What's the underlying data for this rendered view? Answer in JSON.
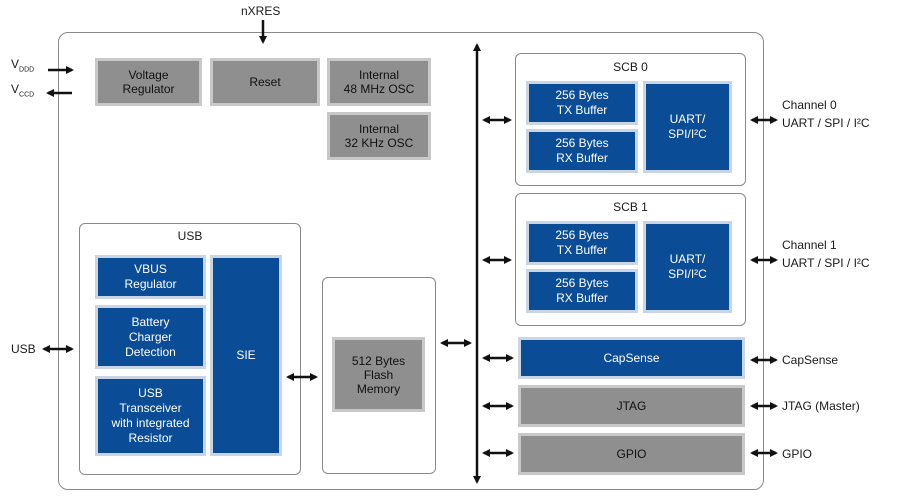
{
  "top_signal": "nXRES",
  "power": {
    "vddd": {
      "main": "V",
      "sub": "DDD"
    },
    "vccd": {
      "main": "V",
      "sub": "CCD"
    }
  },
  "blocks": {
    "voltage_regulator": "Voltage\nRegulator",
    "reset": "Reset",
    "osc48": "Internal\n48 MHz OSC",
    "osc32": "Internal\n32 KHz OSC",
    "flash": "512 Bytes\nFlash\nMemory"
  },
  "usb": {
    "title": "USB",
    "vbus": "VBUS\nRegulator",
    "battery": "Battery\nCharger\nDetection",
    "transceiver": "USB\nTransceiver\nwith integrated\nResistor",
    "sie": "SIE",
    "pin": "USB"
  },
  "scb0": {
    "title": "SCB 0",
    "tx": "256 Bytes\nTX Buffer",
    "rx": "256 Bytes\nRX Buffer",
    "uart": "UART/\nSPI/I²C",
    "channel": "Channel 0",
    "channel_sub": "UART / SPI / I²C"
  },
  "scb1": {
    "title": "SCB 1",
    "tx": "256 Bytes\nTX Buffer",
    "rx": "256 Bytes\nRX Buffer",
    "uart": "UART/\nSPI/I²C",
    "channel": "Channel 1",
    "channel_sub": "UART / SPI / I²C"
  },
  "capsense": {
    "block": "CapSense",
    "pin": "CapSense"
  },
  "jtag": {
    "block": "JTAG",
    "pin": "JTAG (Master)"
  },
  "gpio": {
    "block": "GPIO",
    "pin": "GPIO"
  },
  "colors": {
    "blue": "#0a4c96",
    "gray": "#8f8f8f",
    "line": "#111111"
  }
}
